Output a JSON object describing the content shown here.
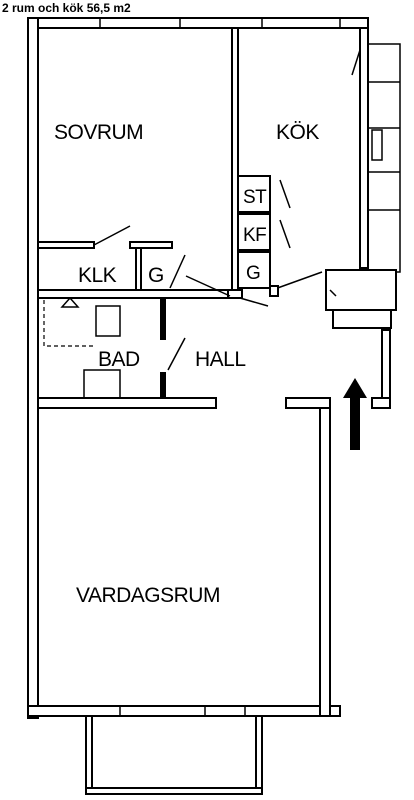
{
  "title": "2 rum och kök 56,5 m2",
  "rooms": {
    "sovrum": "SOVRUM",
    "kok": "KÖK",
    "st": "ST",
    "kf": "KF",
    "klk": "KLK",
    "g1": "G",
    "g2": "G",
    "bad": "BAD",
    "hall": "HALL",
    "vardagsrum": "VARDAGSRUM"
  },
  "colors": {
    "line": "#000000",
    "background": "#ffffff"
  },
  "icons": {
    "entrance": "arrow-up-icon"
  }
}
